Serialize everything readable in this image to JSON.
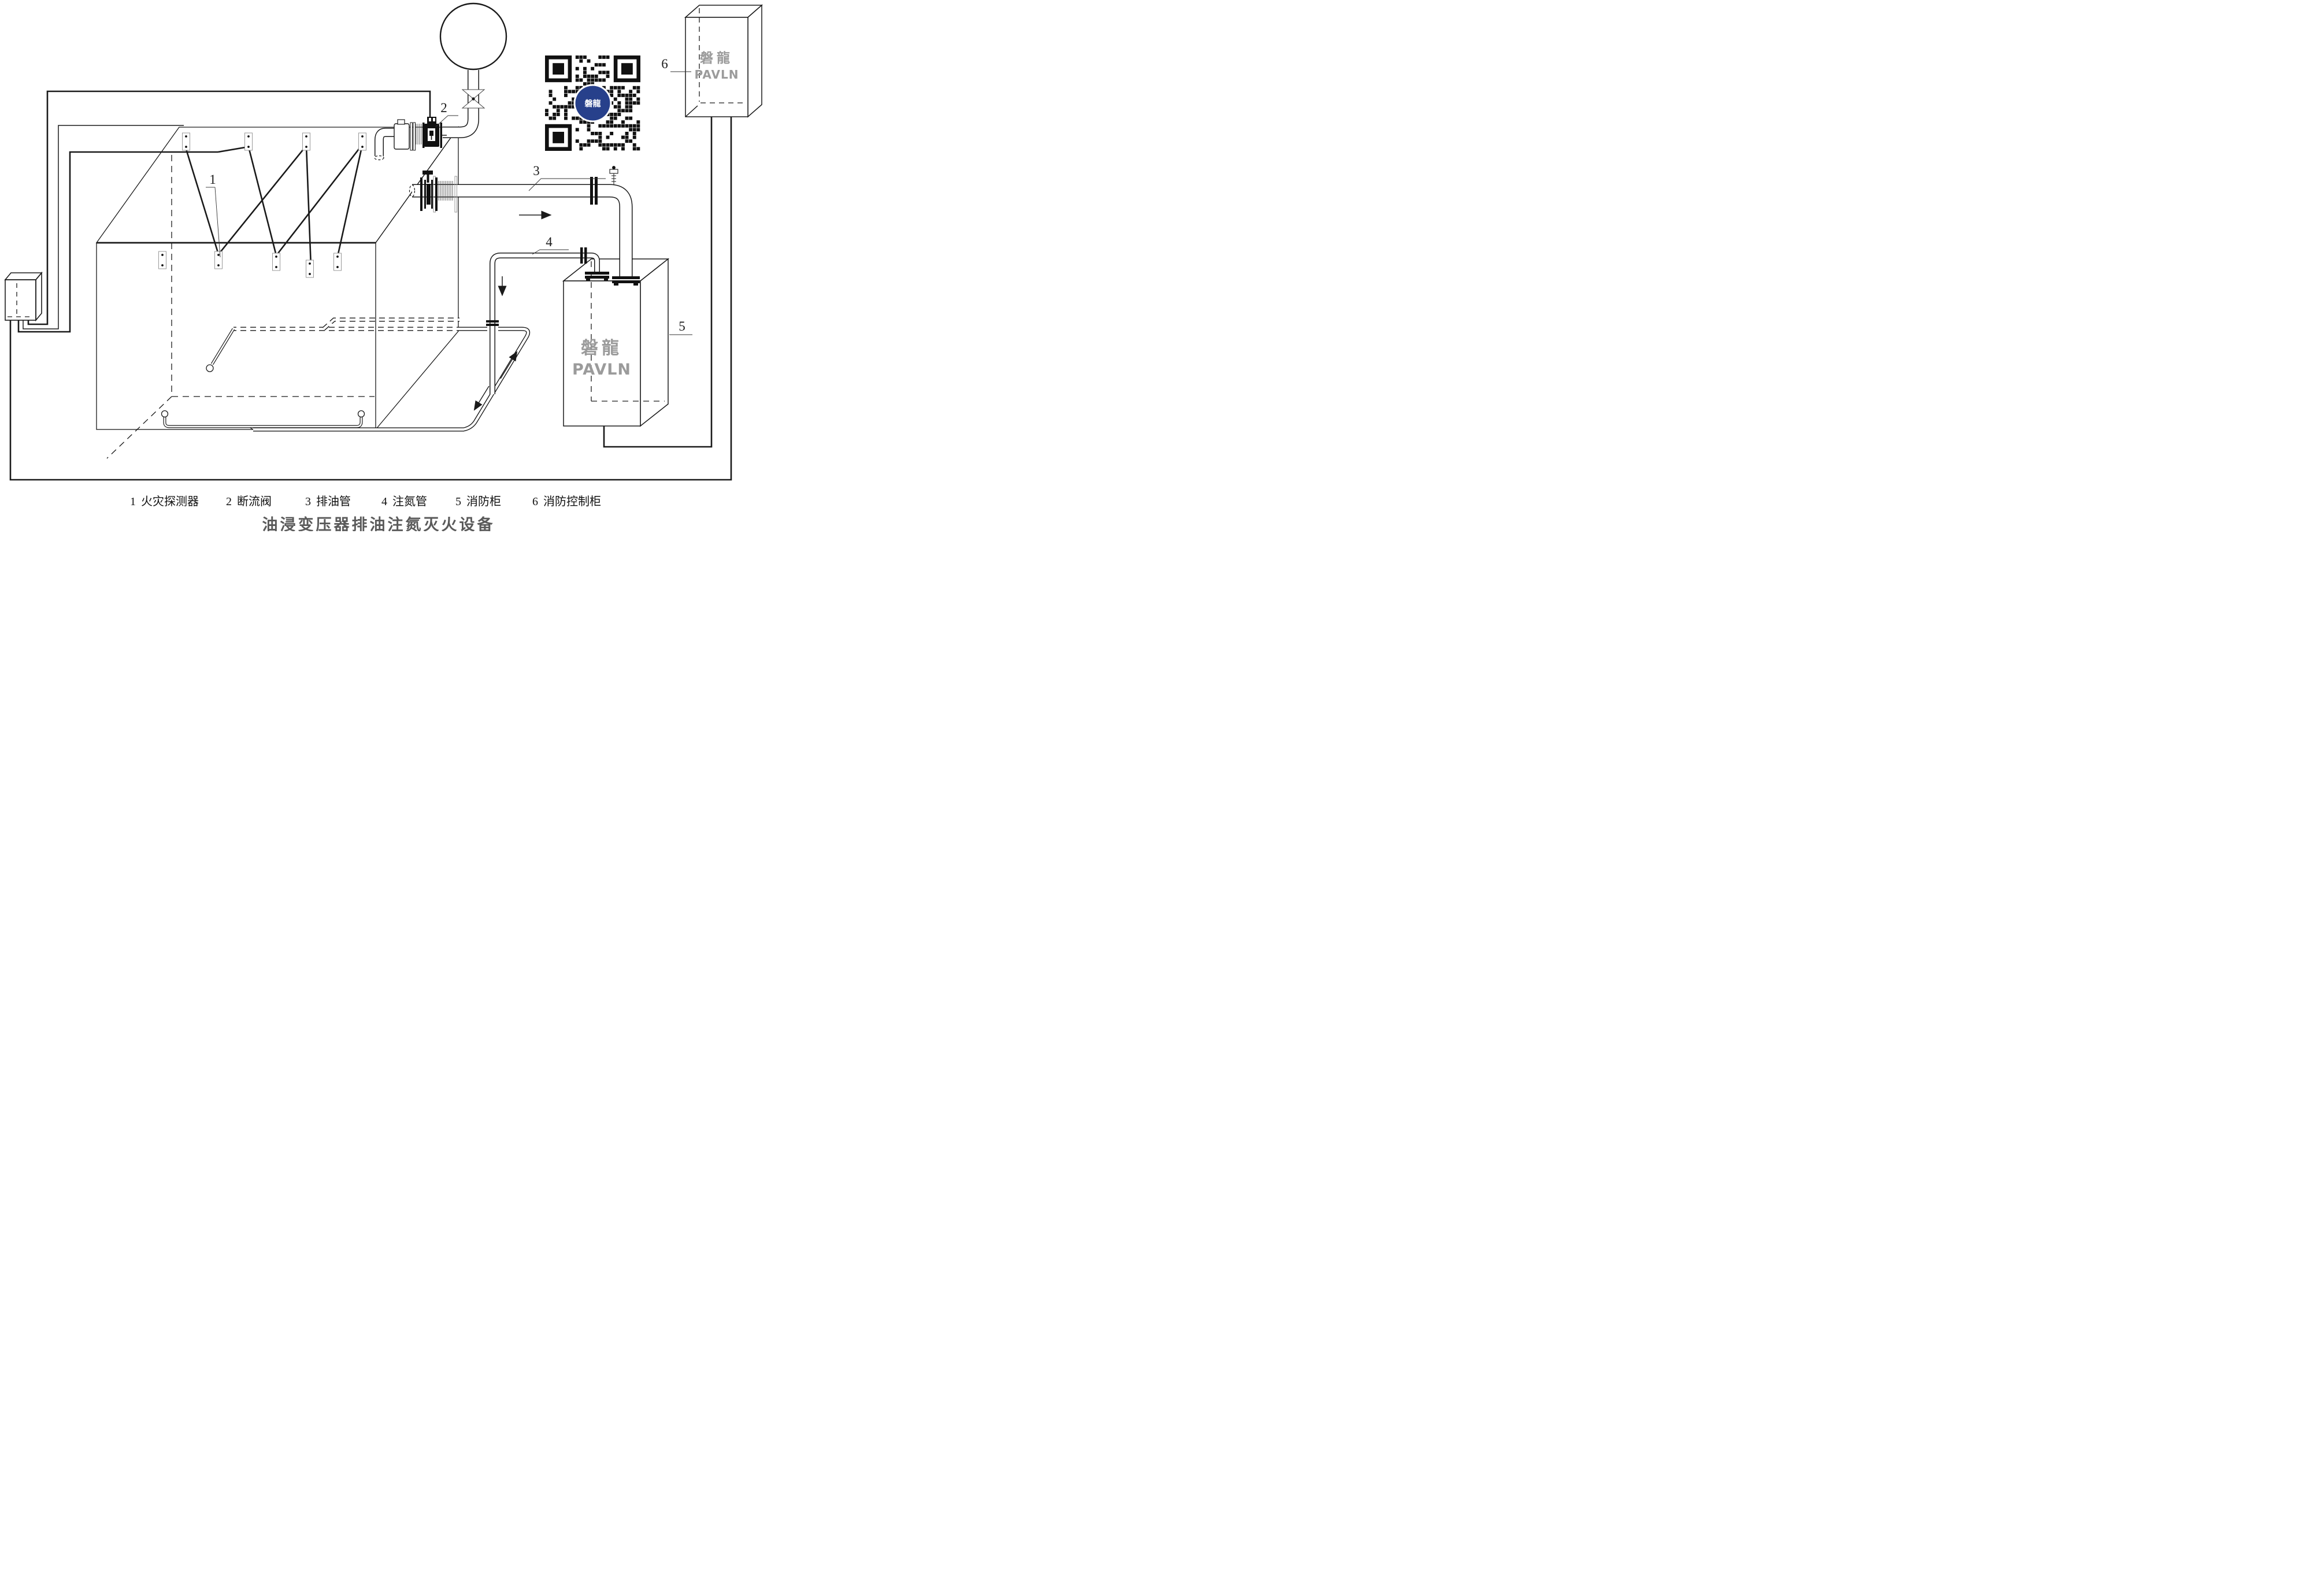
{
  "title": "油浸变压器排油注氮灭火设备",
  "legend": [
    {
      "num": "1",
      "label": "火灾探测器"
    },
    {
      "num": "2",
      "label": "断流阀"
    },
    {
      "num": "3",
      "label": "排油管"
    },
    {
      "num": "4",
      "label": "注氮管"
    },
    {
      "num": "5",
      "label": "消防柜"
    },
    {
      "num": "6",
      "label": "消防控制柜"
    }
  ],
  "callouts": {
    "c1": "1",
    "c2": "2",
    "c3": "3",
    "c4": "4",
    "c5": "5",
    "c6": "6"
  },
  "brand": {
    "hanzi": "磐龍",
    "latin": "PAVLN"
  },
  "qr_badge": "磐龍",
  "colors": {
    "line": "#1a1a1a",
    "logo_gray": "#9b9b9b",
    "qr_badge_bg": "#27408b",
    "title_gray": "#5a5a5a"
  }
}
